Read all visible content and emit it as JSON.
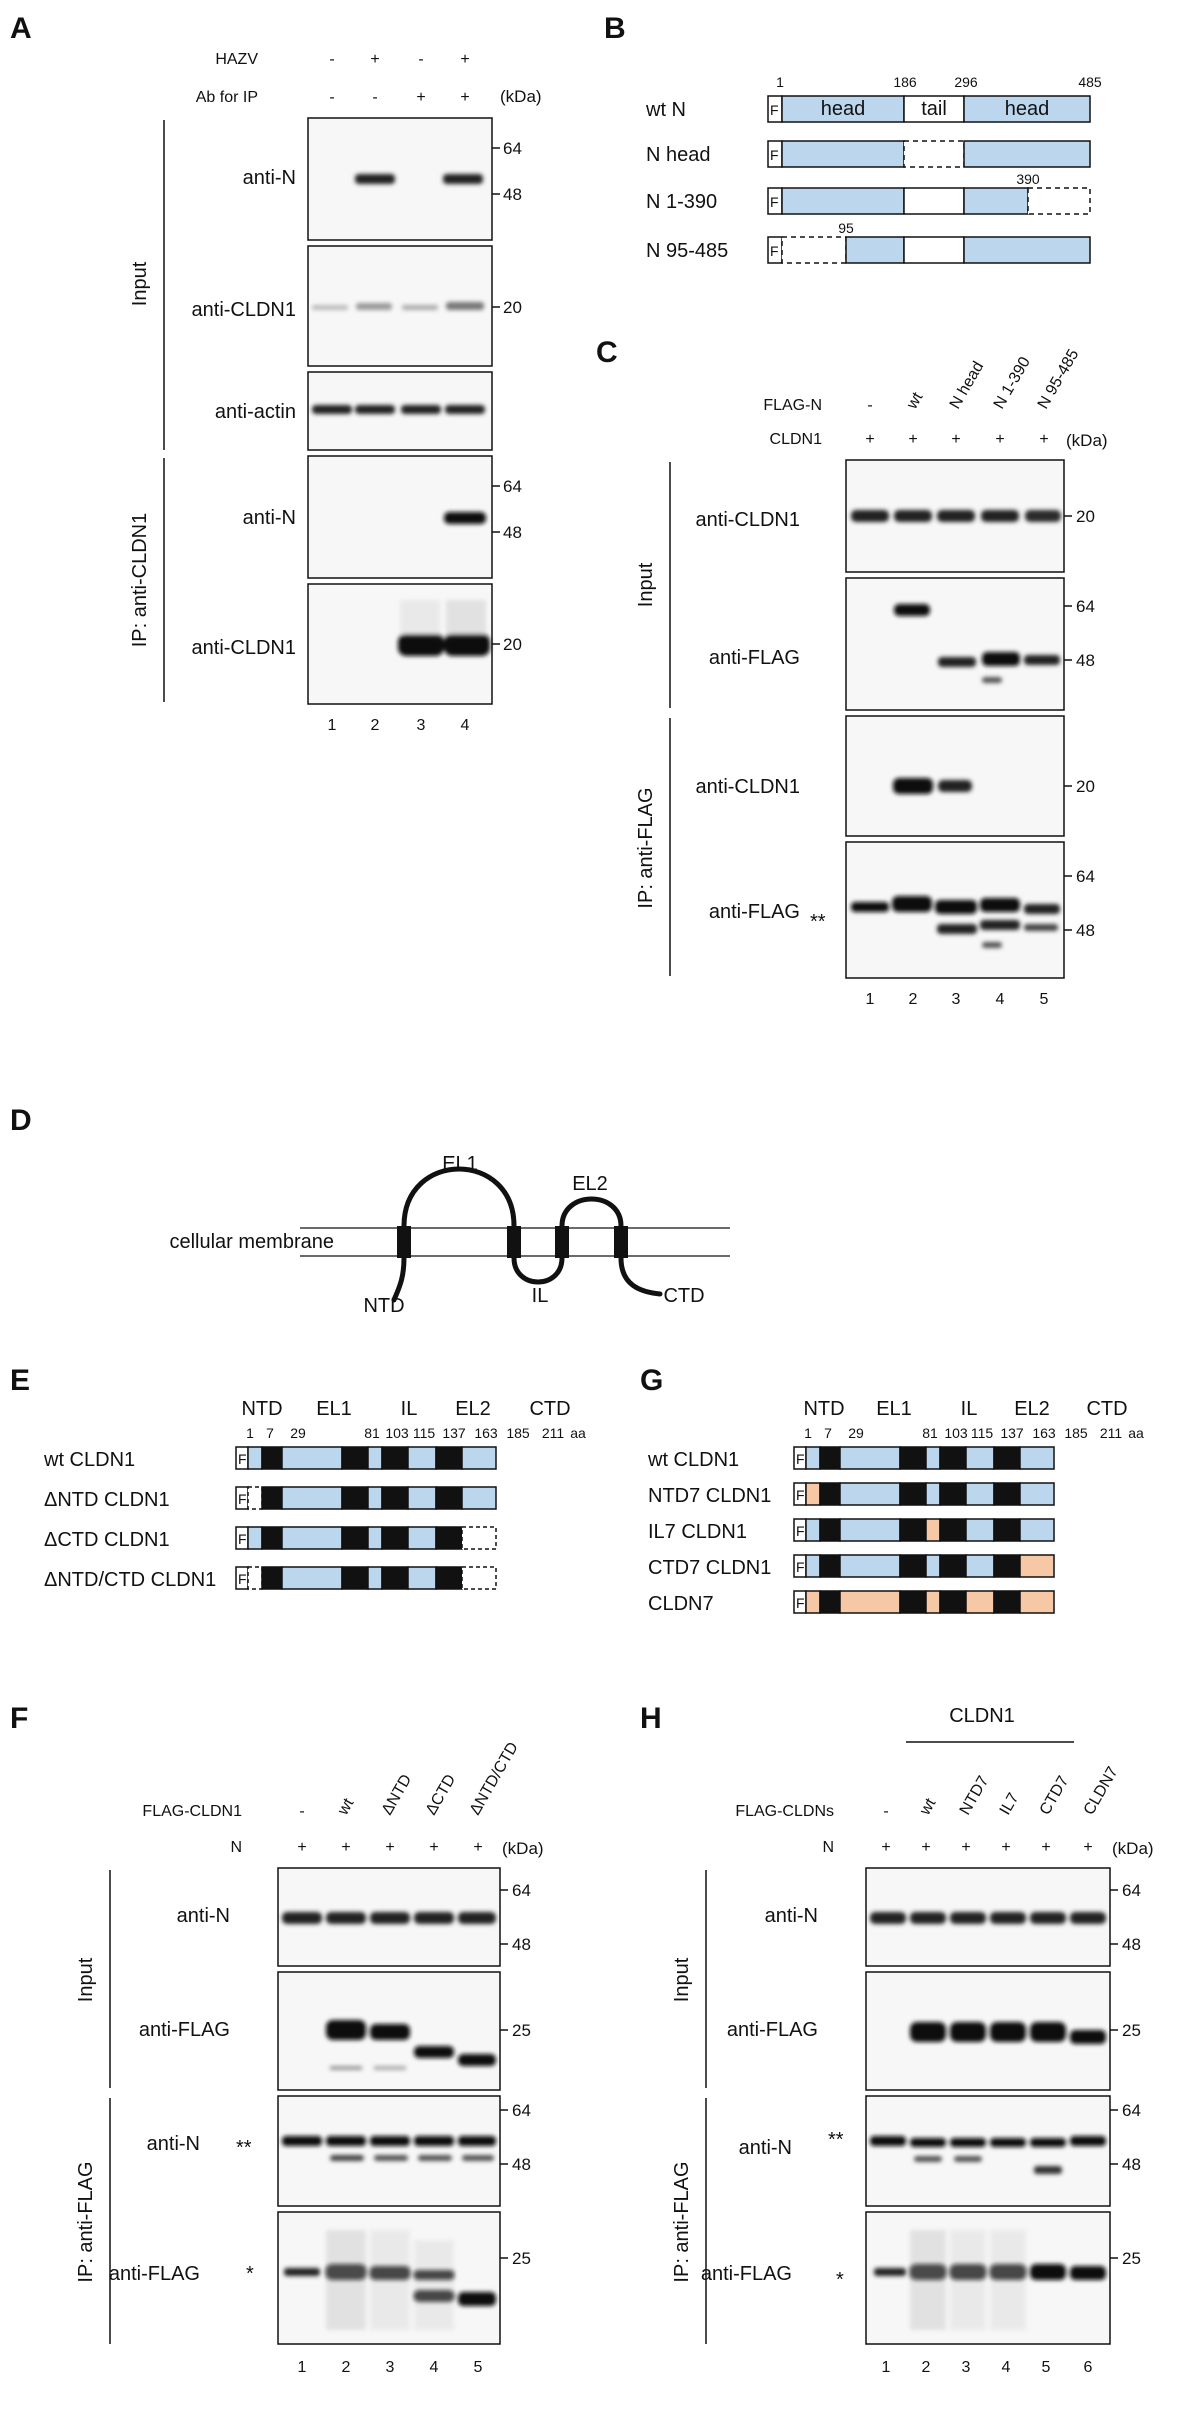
{
  "panels": {
    "A": {
      "letter": "A",
      "row1_label": "HAZV",
      "row1_signs": [
        "-",
        "+",
        "-",
        "+"
      ],
      "row2_label": "Ab for IP",
      "row2_signs": [
        "-",
        "-",
        "+",
        "+"
      ],
      "kda": "(kDa)",
      "blots": [
        "anti-N",
        "anti-CLDN1",
        "anti-actin",
        "anti-N",
        "anti-CLDN1"
      ],
      "groups": [
        "Input",
        "IP: anti-CLDN1"
      ],
      "markers": [
        "64",
        "48",
        "20",
        "64",
        "48",
        "20"
      ],
      "lanes": [
        "1",
        "2",
        "3",
        "4"
      ]
    },
    "B": {
      "letter": "B",
      "rows": [
        "wt N",
        "N head",
        "N 1-390",
        "N 95-485"
      ],
      "numbers": [
        "1",
        "186",
        "296",
        "485",
        "390",
        "95"
      ],
      "segments": [
        "head",
        "tail",
        "head"
      ],
      "flag": "F"
    },
    "C": {
      "letter": "C",
      "row1_label": "FLAG-N",
      "col_labels": [
        "-",
        "wt",
        "N head",
        "N 1-390",
        "N 95-485"
      ],
      "row2_label": "CLDN1",
      "row2_signs": [
        "+",
        "+",
        "+",
        "+",
        "+"
      ],
      "kda": "(kDa)",
      "blots": [
        "anti-CLDN1",
        "anti-FLAG",
        "anti-CLDN1",
        "anti-FLAG"
      ],
      "groups": [
        "Input",
        "IP: anti-FLAG"
      ],
      "markers": [
        "20",
        "64",
        "48",
        "20",
        "64",
        "48"
      ],
      "asterisk": "**",
      "lanes": [
        "1",
        "2",
        "3",
        "4",
        "5"
      ]
    },
    "D": {
      "letter": "D",
      "labels": [
        "EL1",
        "EL2",
        "cellular membrane",
        "NTD",
        "IL",
        "CTD"
      ]
    },
    "E": {
      "letter": "E",
      "domains": [
        "NTD",
        "EL1",
        "IL",
        "EL2",
        "CTD"
      ],
      "numbers": [
        "1",
        "7",
        "29",
        "81",
        "103",
        "115",
        "137",
        "163",
        "185",
        "211",
        "aa"
      ],
      "rows": [
        "wt CLDN1",
        "ΔNTD CLDN1",
        "ΔCTD CLDN1",
        "ΔNTD/CTD CLDN1"
      ],
      "flag": "F"
    },
    "G": {
      "letter": "G",
      "domains": [
        "NTD",
        "EL1",
        "IL",
        "EL2",
        "CTD"
      ],
      "numbers": [
        "1",
        "7",
        "29",
        "81",
        "103",
        "115",
        "137",
        "163",
        "185",
        "211",
        "aa"
      ],
      "rows": [
        "wt CLDN1",
        "NTD7 CLDN1",
        "IL7 CLDN1",
        "CTD7 CLDN1",
        "CLDN7"
      ],
      "flag": "F"
    },
    "F": {
      "letter": "F",
      "row1_label": "FLAG-CLDN1",
      "col_labels": [
        "-",
        "wt",
        "ΔNTD",
        "ΔCTD",
        "ΔNTD/CTD"
      ],
      "row2_label": "N",
      "row2_signs": [
        "+",
        "+",
        "+",
        "+",
        "+"
      ],
      "kda": "(kDa)",
      "blots": [
        "anti-N",
        "anti-FLAG",
        "anti-N",
        "anti-FLAG"
      ],
      "groups": [
        "Input",
        "IP: anti-FLAG"
      ],
      "markers": [
        "64",
        "48",
        "25",
        "64",
        "48",
        "25"
      ],
      "asterisks": [
        "**",
        "*"
      ],
      "lanes": [
        "1",
        "2",
        "3",
        "4",
        "5"
      ]
    },
    "H": {
      "letter": "H",
      "bracket_label": "CLDN1",
      "row1_label": "FLAG-CLDNs",
      "col_labels": [
        "-",
        "wt",
        "NTD7",
        "IL7",
        "CTD7",
        "CLDN7"
      ],
      "row2_label": "N",
      "row2_signs": [
        "+",
        "+",
        "+",
        "+",
        "+",
        "+"
      ],
      "kda": "(kDa)",
      "blots": [
        "anti-N",
        "anti-FLAG",
        "anti-N",
        "anti-FLAG"
      ],
      "groups": [
        "Input",
        "IP: anti-FLAG"
      ],
      "markers": [
        "64",
        "48",
        "25",
        "64",
        "48",
        "25"
      ],
      "asterisks": [
        "**",
        "*"
      ],
      "lanes": [
        "1",
        "2",
        "3",
        "4",
        "5",
        "6"
      ]
    }
  },
  "colors": {
    "blue": "#bcd6ee",
    "peach": "#f7c8a6",
    "black": "#111111"
  }
}
